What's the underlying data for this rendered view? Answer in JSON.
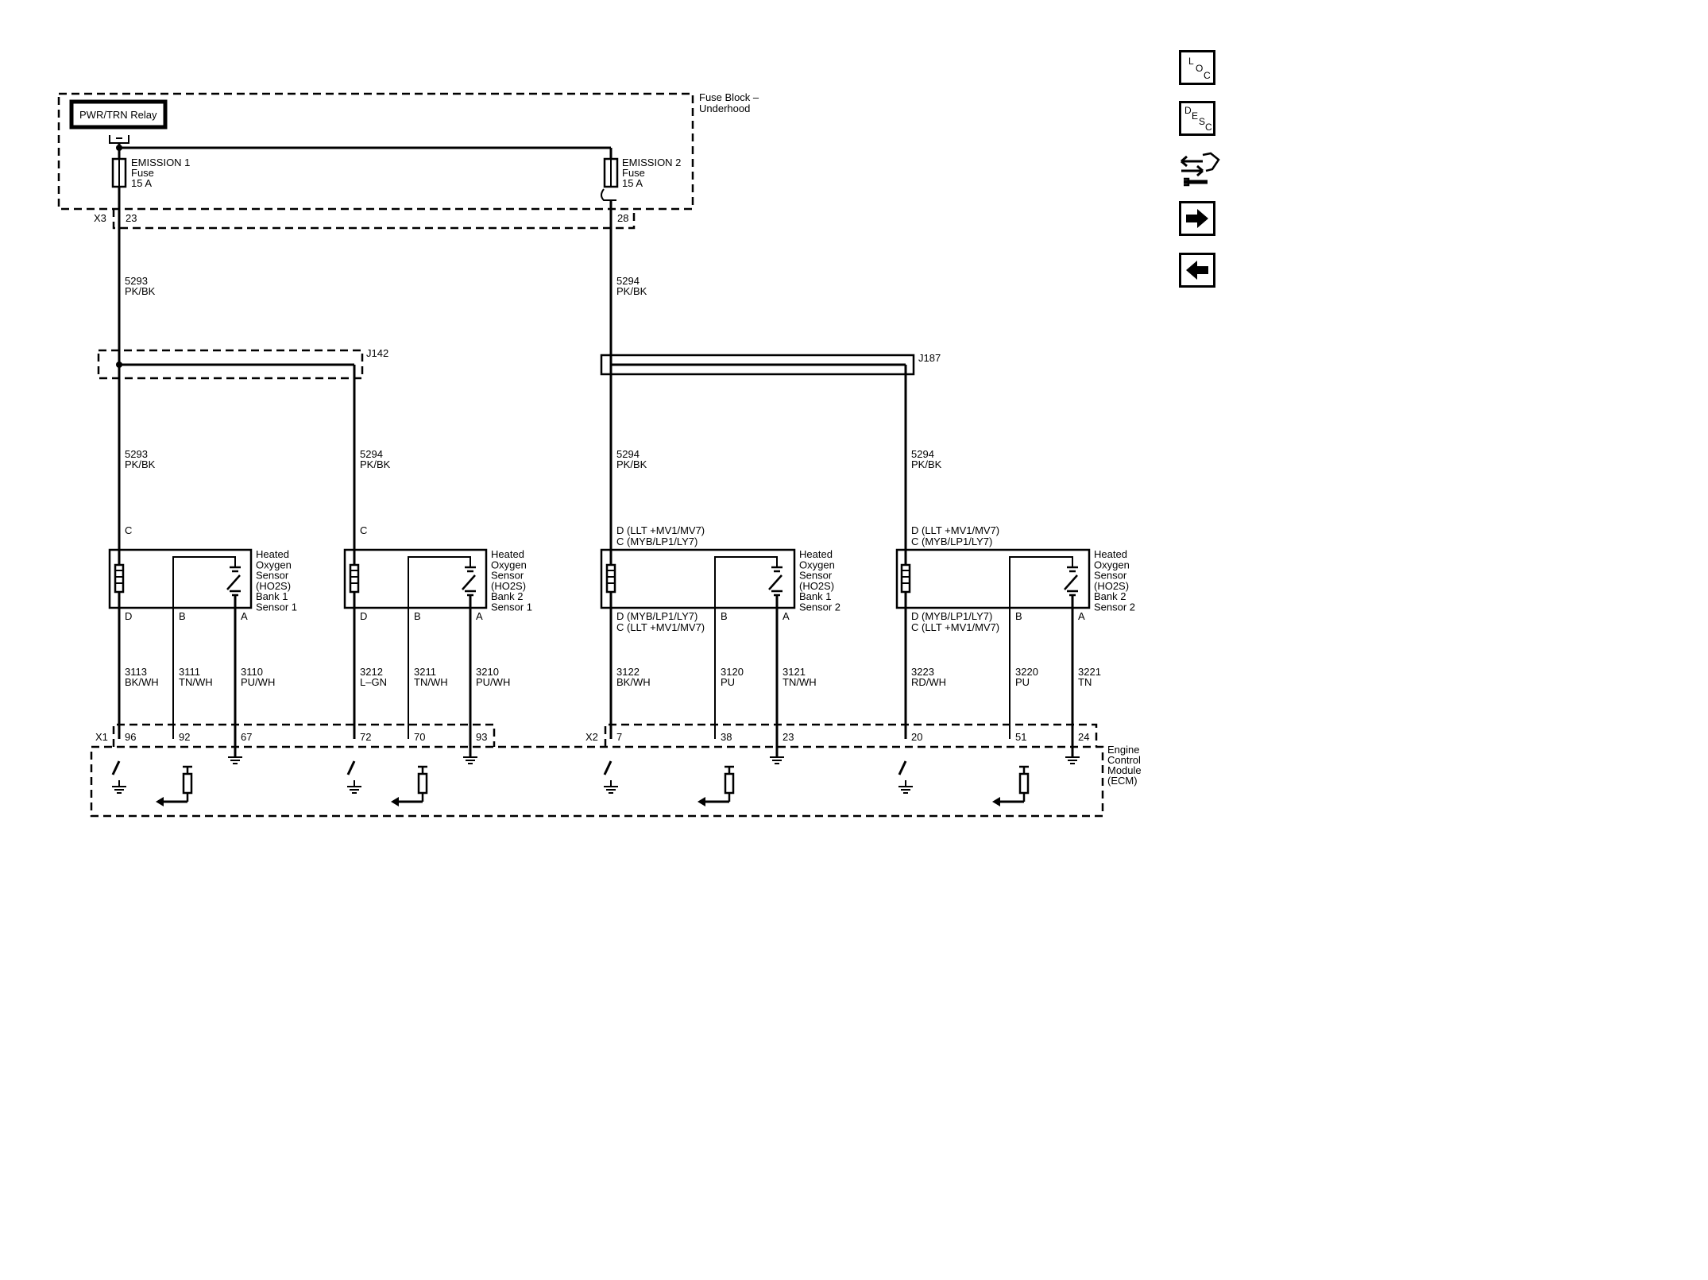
{
  "fuse_block": {
    "label_line1": "Fuse Block –",
    "label_line2": "Underhood",
    "relay": "PWR/TRN Relay"
  },
  "fuses": [
    {
      "name": "EMISSION 1",
      "type": "Fuse",
      "rating": "15 A"
    },
    {
      "name": "EMISSION 2",
      "type": "Fuse",
      "rating": "15 A"
    }
  ],
  "connectors": {
    "x3": "X3",
    "x1": "X1",
    "x2": "X2",
    "x3_pins": [
      "23",
      "28"
    ]
  },
  "upper_wires": [
    {
      "circuit": "5293",
      "color": "PK/BK"
    },
    {
      "circuit": "5294",
      "color": "PK/BK"
    }
  ],
  "splices": {
    "j142": "J142",
    "j187": "J187"
  },
  "feed_wires": [
    {
      "circuit": "5293",
      "color": "PK/BK"
    },
    {
      "circuit": "5294",
      "color": "PK/BK"
    },
    {
      "circuit": "5294",
      "color": "PK/BK"
    },
    {
      "circuit": "5294",
      "color": "PK/BK"
    }
  ],
  "sensors": [
    {
      "top_pin1": "C",
      "top_pin2": "",
      "name": [
        "Heated",
        "Oxygen",
        "Sensor",
        "(HO2S)",
        "Bank 1",
        "Sensor 1"
      ],
      "pin_d1": "D",
      "pin_d2": "",
      "pin_b": "B",
      "pin_a": "A",
      "wires": [
        {
          "circuit": "3113",
          "color": "BK/WH"
        },
        {
          "circuit": "3111",
          "color": "TN/WH"
        },
        {
          "circuit": "3110",
          "color": "PU/WH"
        }
      ],
      "ecm_pins": [
        "96",
        "92",
        "67"
      ]
    },
    {
      "top_pin1": "C",
      "top_pin2": "",
      "name": [
        "Heated",
        "Oxygen",
        "Sensor",
        "(HO2S)",
        "Bank 2",
        "Sensor 1"
      ],
      "pin_d1": "D",
      "pin_d2": "",
      "pin_b": "B",
      "pin_a": "A",
      "wires": [
        {
          "circuit": "3212",
          "color": "L–GN"
        },
        {
          "circuit": "3211",
          "color": "TN/WH"
        },
        {
          "circuit": "3210",
          "color": "PU/WH"
        }
      ],
      "ecm_pins": [
        "72",
        "70",
        "93"
      ]
    },
    {
      "top_pin1": "D (LLT +MV1/MV7)",
      "top_pin2": "C (MYB/LP1/LY7)",
      "name": [
        "Heated",
        "Oxygen",
        "Sensor",
        "(HO2S)",
        "Bank 1",
        "Sensor 2"
      ],
      "pin_d1": "D (MYB/LP1/LY7)",
      "pin_d2": "C (LLT +MV1/MV7)",
      "pin_b": "B",
      "pin_a": "A",
      "wires": [
        {
          "circuit": "3122",
          "color": "BK/WH"
        },
        {
          "circuit": "3120",
          "color": "PU"
        },
        {
          "circuit": "3121",
          "color": "TN/WH"
        }
      ],
      "ecm_pins": [
        "7",
        "38",
        "23"
      ]
    },
    {
      "top_pin1": "D (LLT +MV1/MV7)",
      "top_pin2": "C (MYB/LP1/LY7)",
      "name": [
        "Heated",
        "Oxygen",
        "Sensor",
        "(HO2S)",
        "Bank 2",
        "Sensor 2"
      ],
      "pin_d1": "D (MYB/LP1/LY7)",
      "pin_d2": "C (LLT +MV1/MV7)",
      "pin_b": "B",
      "pin_a": "A",
      "wires": [
        {
          "circuit": "3223",
          "color": "RD/WH"
        },
        {
          "circuit": "3220",
          "color": "PU"
        },
        {
          "circuit": "3221",
          "color": "TN"
        }
      ],
      "ecm_pins": [
        "20",
        "51",
        "24"
      ]
    }
  ],
  "ecm": {
    "label": [
      "Engine",
      "Control",
      "Module",
      "(ECM)"
    ]
  },
  "sidebar": {
    "loc": [
      "L",
      "O",
      "C"
    ],
    "desc": [
      "D",
      "E",
      "S",
      "C"
    ],
    "icons": [
      "connector-tool-icon",
      "arrow-right-icon",
      "arrow-left-icon"
    ]
  }
}
